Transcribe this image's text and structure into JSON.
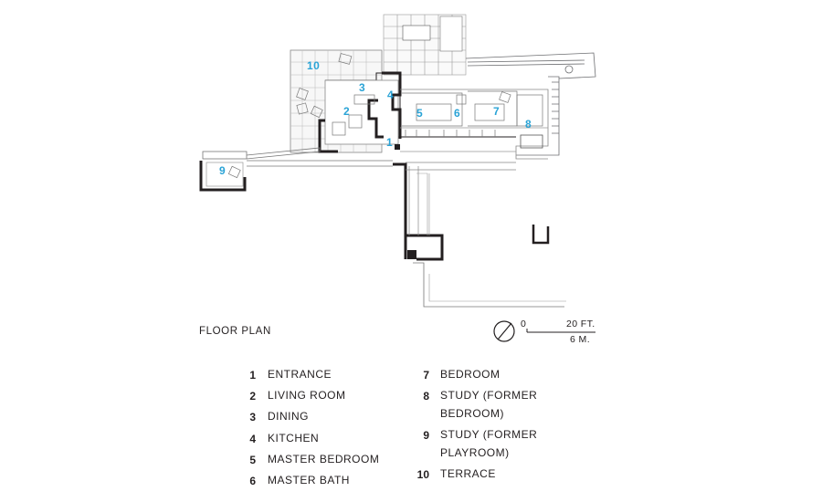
{
  "plan_title": "FLOOR PLAN",
  "scale": {
    "zero": "0",
    "ft": "20 FT.",
    "m": "6 M."
  },
  "room_numbers": [
    "1",
    "2",
    "3",
    "4",
    "5",
    "6",
    "7",
    "8",
    "9",
    "10"
  ],
  "legend": {
    "left": [
      {
        "num": "1",
        "label": "ENTRANCE"
      },
      {
        "num": "2",
        "label": "LIVING ROOM"
      },
      {
        "num": "3",
        "label": "DINING"
      },
      {
        "num": "4",
        "label": "KITCHEN"
      },
      {
        "num": "5",
        "label": "MASTER BEDROOM"
      },
      {
        "num": "6",
        "label": "MASTER BATH"
      }
    ],
    "right": [
      {
        "num": "7",
        "label": "BEDROOM"
      },
      {
        "num": "8",
        "label": "STUDY (FORMER BEDROOM)",
        "line1": "STUDY (FORMER",
        "line2": "BEDROOM)"
      },
      {
        "num": "9",
        "label": "STUDY (FORMER PLAYROOM)",
        "line1": "STUDY (FORMER",
        "line2": "PLAYROOM)"
      },
      {
        "num": "10",
        "label": "TERRACE"
      }
    ]
  },
  "colors": {
    "room_number": "#2aa3d6",
    "wall": "#231f20",
    "line": "#6d6e71"
  }
}
